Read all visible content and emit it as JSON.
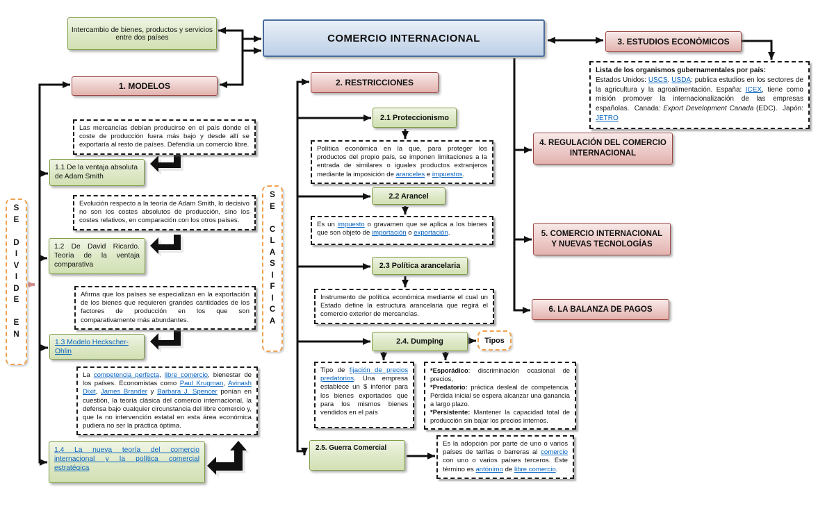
{
  "colors": {
    "green_border": "#7e9c45",
    "pink_border": "#9a4845",
    "blue_border": "#4a6d99",
    "orange": "#f0a24f",
    "link": "#0563c1",
    "connector": "#111111",
    "pink_arrow": "#cf8e8b"
  },
  "header": {
    "title": "COMERCIO INTERNACIONAL",
    "definition": "Intercambio de bienes, productos y servicios entre dos países"
  },
  "modelos": {
    "label": "1. MODELOS",
    "divide_letters": "S\nE\n\nD\nI\nV\nI\nD\nE\n\nE\nN",
    "desc_adam": "Las mercancías debían producirse en el país donde el coste de producción fuera más bajo y desde allí se exportaría al resto de países. Defendía un comercio libre.",
    "item_11": "1.1  De la ventaja absoluta de Adam Smith",
    "desc_ricardo": "Evolución respecto a la teoría de Adam Smith, lo decisivo no son los costes absolutos de producción, sino los costes relativos, en comparación con los otros países.",
    "item_12": "1.2  De David Ricardo. Teoría de la ventaja comparativa",
    "desc_ho": "Afirma que los países se especializan en la exportación de los bienes que requieren grandes cantidades de los factores de producción en los que son comparativamente más abundantes.",
    "item_13_rich": [
      {
        "t": "1.3 Modelo Heckscher-Ohlin",
        "c": "link"
      }
    ],
    "desc_nueva_rich": [
      {
        "t": "La "
      },
      {
        "t": "competencia perfecta",
        "c": "link"
      },
      {
        "t": ", "
      },
      {
        "t": "libre comercio",
        "c": "link"
      },
      {
        "t": ", bienestar de los países. Economistas como "
      },
      {
        "t": "Paul Krugman",
        "c": "link"
      },
      {
        "t": ", "
      },
      {
        "t": "Avinash Dixit",
        "c": "link"
      },
      {
        "t": ", "
      },
      {
        "t": "James Brander",
        "c": "link"
      },
      {
        "t": " y "
      },
      {
        "t": "Barbara J. Spencer",
        "c": "link"
      },
      {
        "t": " ponían en cuestión,  la teoría clásica del comercio internacional, la defensa bajo cualquier circunstancia del libre comercio y, que la no intervención estatal en esta área económica pudiera no ser la práctica óptima."
      }
    ],
    "item_14_rich": [
      {
        "t": "1.4 La nueva teoría del comercio internacional y la política comercial estratégica",
        "c": "link"
      }
    ]
  },
  "restricciones": {
    "label": "2. RESTRICCIONES",
    "clasifica_letters": "S\nE\n\nC\nL\nA\nS\nI\nF\nI\nC\nA",
    "item_21": "2.1 Proteccionismo",
    "desc_21_rich": [
      {
        "t": "Política económica en la que, para proteger los productos del propio país, se imponen limitaciones a la entrada de similares o iguales productos extranjeros mediante la imposición de "
      },
      {
        "t": "aranceles",
        "c": "link"
      },
      {
        "t": " e "
      },
      {
        "t": "impuestos",
        "c": "link"
      },
      {
        "t": "."
      }
    ],
    "item_22": "2.2 Arancel",
    "desc_22_rich": [
      {
        "t": "Es un "
      },
      {
        "t": "impuesto",
        "c": "link"
      },
      {
        "t": " o gravamen que se aplica a los bienes que son objeto de "
      },
      {
        "t": "importación",
        "c": "link"
      },
      {
        "t": " o "
      },
      {
        "t": "exportación",
        "c": "link"
      },
      {
        "t": "."
      }
    ],
    "item_23": "2.3 Política arancelaria",
    "desc_23": "Instrumento de política económica mediante el cual un Estado define la estructura arancelaria que regirá el comercio exterior de mercancías.",
    "item_24": "2.4. Dumping",
    "tipos_label": "Tipos",
    "desc_24_rich": [
      {
        "t": "Tipo de "
      },
      {
        "t": "fijación de precios predatorios",
        "c": "link"
      },
      {
        "t": ". Una empresa establece un $ inferior para los bienes exportados que para los mismos bienes vendidos en el país"
      }
    ],
    "tipos_desc_rich": [
      {
        "t": "*Esporádico",
        "c": "bold"
      },
      {
        "t": ": discriminación ocasional de precios,\n"
      },
      {
        "t": "*Predatorio:",
        "c": "bold"
      },
      {
        "t": " práctica desleal de competencia. Pérdida inicial se espera alcanzar una ganancia a largo plazo.\n"
      },
      {
        "t": "*Persistente:",
        "c": "bold"
      },
      {
        "t": " Mantener la capacidad total de producción sin bajar los precios internos."
      }
    ],
    "item_25": "2.5. Guerra Comercial",
    "desc_25_rich": [
      {
        "t": "Es la adopción por parte de uno o varios países de tarifas o barreras al "
      },
      {
        "t": "comercio",
        "c": "link"
      },
      {
        "t": " con uno o varios países terceros. Este término es "
      },
      {
        "t": "antónimo",
        "c": "link"
      },
      {
        "t": " de "
      },
      {
        "t": "libre comercio",
        "c": "link"
      },
      {
        "t": "."
      }
    ]
  },
  "estudios": {
    "label": "3. ESTUDIOS ECONÓMICOS",
    "desc_rich": [
      {
        "t": "Lista de los organismos gubernamentales por país:",
        "c": "bold"
      },
      {
        "t": "\nEstados Unidos: "
      },
      {
        "t": "USCS",
        "c": "link"
      },
      {
        "t": ". "
      },
      {
        "t": "USDA",
        "c": "link"
      },
      {
        "t": ": publica estudios en los sectores de la agricultura y la agroalimentación. España: "
      },
      {
        "t": "ICEX",
        "c": "link"
      },
      {
        "t": ", tiene como misión promover la internacionalización de las empresas españolas.  Canada: "
      },
      {
        "t": "Export Development Canada",
        "c": "italic"
      },
      {
        "t": " (EDC).  Japón: "
      },
      {
        "t": "JETRO",
        "c": "link"
      }
    ]
  },
  "secciones": {
    "regulacion": "4. REGULACIÓN DEL COMERCIO INTERNACIONAL",
    "tecnologias": "5. COMERCIO INTERNACIONAL Y NUEVAS TECNOLOGÍAS",
    "balanza": "6. LA BALANZA DE PAGOS"
  }
}
